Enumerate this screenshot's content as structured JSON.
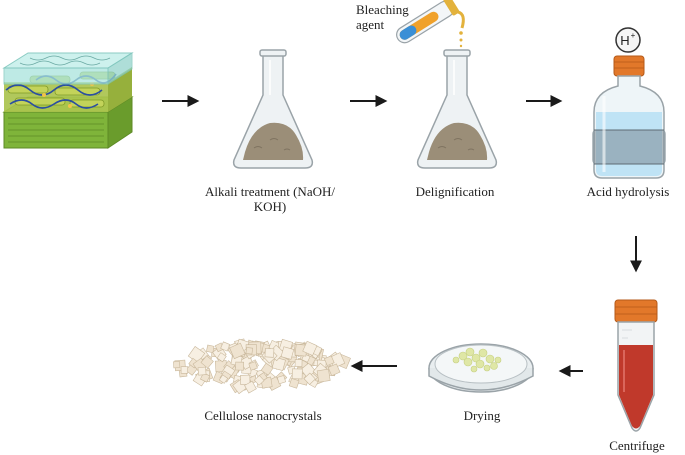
{
  "labels": {
    "bleaching_agent_line1": "Bleaching",
    "bleaching_agent_line2": "agent",
    "alkali_line1": "Alkali treatment (NaOH/",
    "alkali_line2": "KOH)",
    "delignification": "Delignification",
    "acid_hydrolysis": "Acid hydrolysis",
    "centrifuge": "Centrifuge",
    "drying": "Drying",
    "cellulose_nanocrystals": "Cellulose nanocrystals",
    "h_ion": "H",
    "h_ion_charge": "+"
  },
  "colors": {
    "arrow": "#1a1a1a",
    "flask_glass": "#e9eef0",
    "flask_outline": "#9aa3a8",
    "powder": "#9b8e78",
    "biomass_green": "#8fbf3a",
    "biomass_teal": "#9fe0d8",
    "lignin_blue": "#2b4fa0",
    "liquid_blue": "#bfe3f5",
    "cap_orange": "#e2782a",
    "centrifuge_red": "#c0392b",
    "dish_crystals": "#dfe7a6",
    "nanocrystal": "#efe3d0"
  },
  "icons": [
    "biomass-layers-icon",
    "erlenmeyer-flask-icon",
    "test-tube-icon",
    "beaker-icon",
    "centrifuge-tube-icon",
    "petri-dish-icon",
    "nanocrystals-pile-icon",
    "arrow-right-icon",
    "arrow-down-icon",
    "arrow-left-icon"
  ]
}
